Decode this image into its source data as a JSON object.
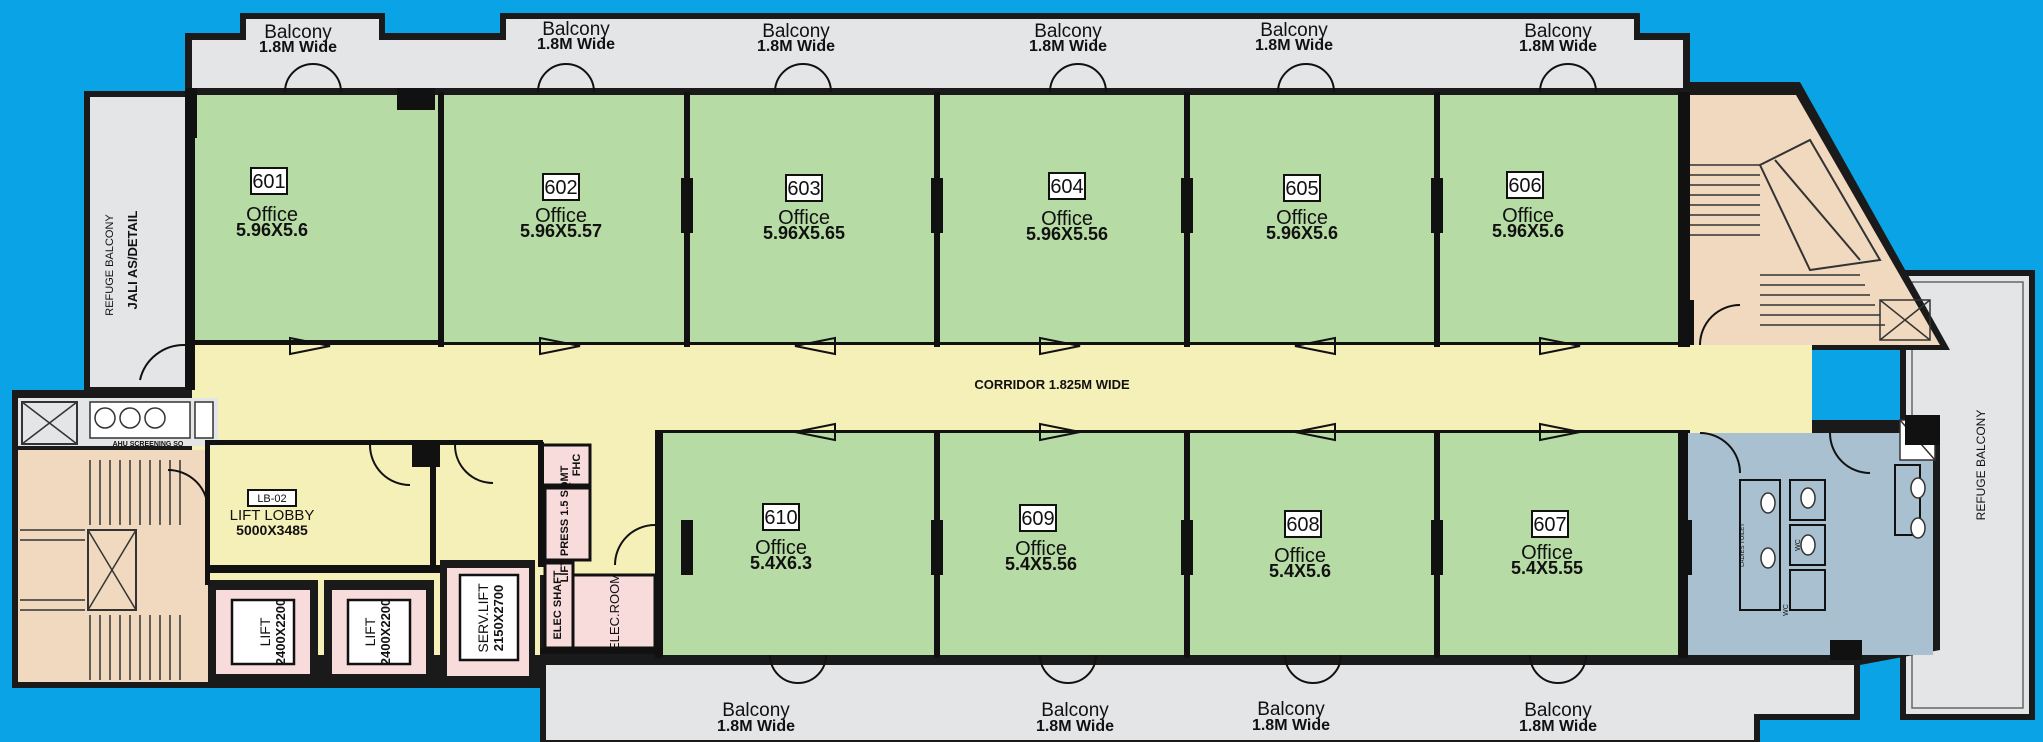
{
  "colors": {
    "background": "#0aa4e6",
    "office": "#b7dba4",
    "corridor": "#f5efb8",
    "balcony": "#e4e5e6",
    "stairs": "#f0d9bf",
    "toilet": "#a8c0cf",
    "lift": "#f8dcdc",
    "wall": "#111111"
  },
  "balconies_top": [
    {
      "title": "Balcony",
      "width": "1.8M  Wide"
    },
    {
      "title": "Balcony",
      "width": "1.8M  Wide"
    },
    {
      "title": "Balcony",
      "width": "1.8M  Wide"
    },
    {
      "title": "Balcony",
      "width": "1.8M  Wide"
    },
    {
      "title": "Balcony",
      "width": "1.8M  Wide"
    },
    {
      "title": "Balcony",
      "width": "1.8M  Wide"
    }
  ],
  "balconies_bottom": [
    {
      "title": "Balcony",
      "width": "1.8M  Wide"
    },
    {
      "title": "Balcony",
      "width": "1.8M  Wide"
    },
    {
      "title": "Balcony",
      "width": "1.8M  Wide"
    },
    {
      "title": "Balcony",
      "width": "1.8M  Wide"
    }
  ],
  "offices_top": [
    {
      "number": "601",
      "type": "Office",
      "size": "5.96X5.6"
    },
    {
      "number": "602",
      "type": "Office",
      "size": "5.96X5.57"
    },
    {
      "number": "603",
      "type": "Office",
      "size": "5.96X5.65"
    },
    {
      "number": "604",
      "type": "Office",
      "size": "5.96X5.56"
    },
    {
      "number": "605",
      "type": "Office",
      "size": "5.96X5.6"
    },
    {
      "number": "606",
      "type": "Office",
      "size": "5.96X5.6"
    }
  ],
  "offices_bottom": [
    {
      "number": "610",
      "type": "Office",
      "size": "5.4X6.3"
    },
    {
      "number": "609",
      "type": "Office",
      "size": "5.4X5.56"
    },
    {
      "number": "608",
      "type": "Office",
      "size": "5.4X5.6"
    },
    {
      "number": "607",
      "type": "Office",
      "size": "5.4X5.55"
    }
  ],
  "corridor": "CORRIDOR  1.825M  WIDE",
  "refuge_left": {
    "title": "REFUGE BALCONY",
    "detail": "JALI AS/DETAIL"
  },
  "refuge_right": "REFUGE BALCONY",
  "lift_lobby": {
    "code": "LB-02",
    "name": "LIFT LOBBY",
    "size": "5000X3485"
  },
  "lifts": [
    {
      "name": "LIFT",
      "size": "2400X2200"
    },
    {
      "name": "LIFT",
      "size": "2400X2200"
    }
  ],
  "service_lift": {
    "name": "SERV.LIFT",
    "size": "2150X2700"
  },
  "elec_room": "ELEC.ROOM",
  "elec_shaft": "ELEC SHAFT",
  "lift_press": "LIFT PRESS 1.5 SQMT",
  "fhc": "FHC",
  "ahu": "AHU SCREENING SQ",
  "ladies_toilet": "LADIES TOILET",
  "wc": "WC"
}
